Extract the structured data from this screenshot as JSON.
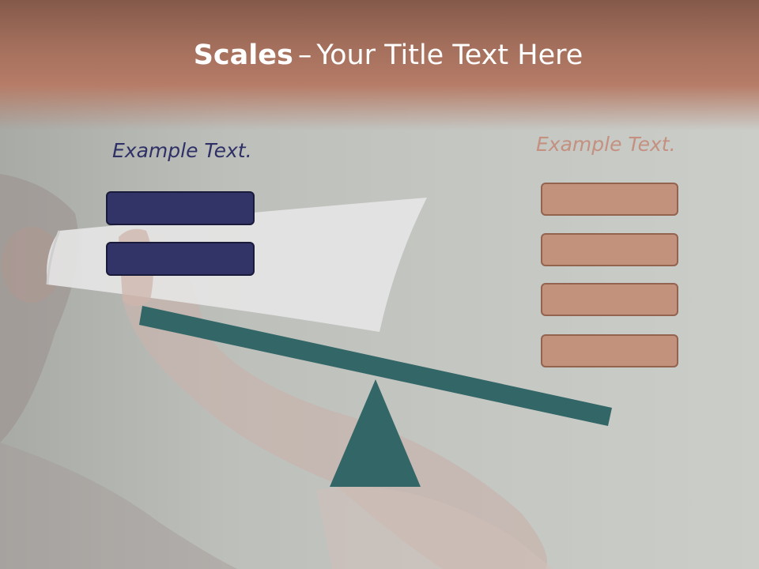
{
  "title": {
    "bold": "Scales",
    "dash": "–",
    "rest": "Your Title Text Here"
  },
  "left": {
    "label": "Example Text.",
    "color": "#2f3066",
    "box_count": 2,
    "box_fill": "#323468",
    "box_border": "#1a1a3a"
  },
  "right": {
    "label": "Example Text.",
    "color": "#c49080",
    "box_count": 4,
    "box_fill": "#c3927c",
    "box_border": "#93634f"
  },
  "scale": {
    "color": "#336666",
    "beam_tilt": "left-side-up"
  }
}
